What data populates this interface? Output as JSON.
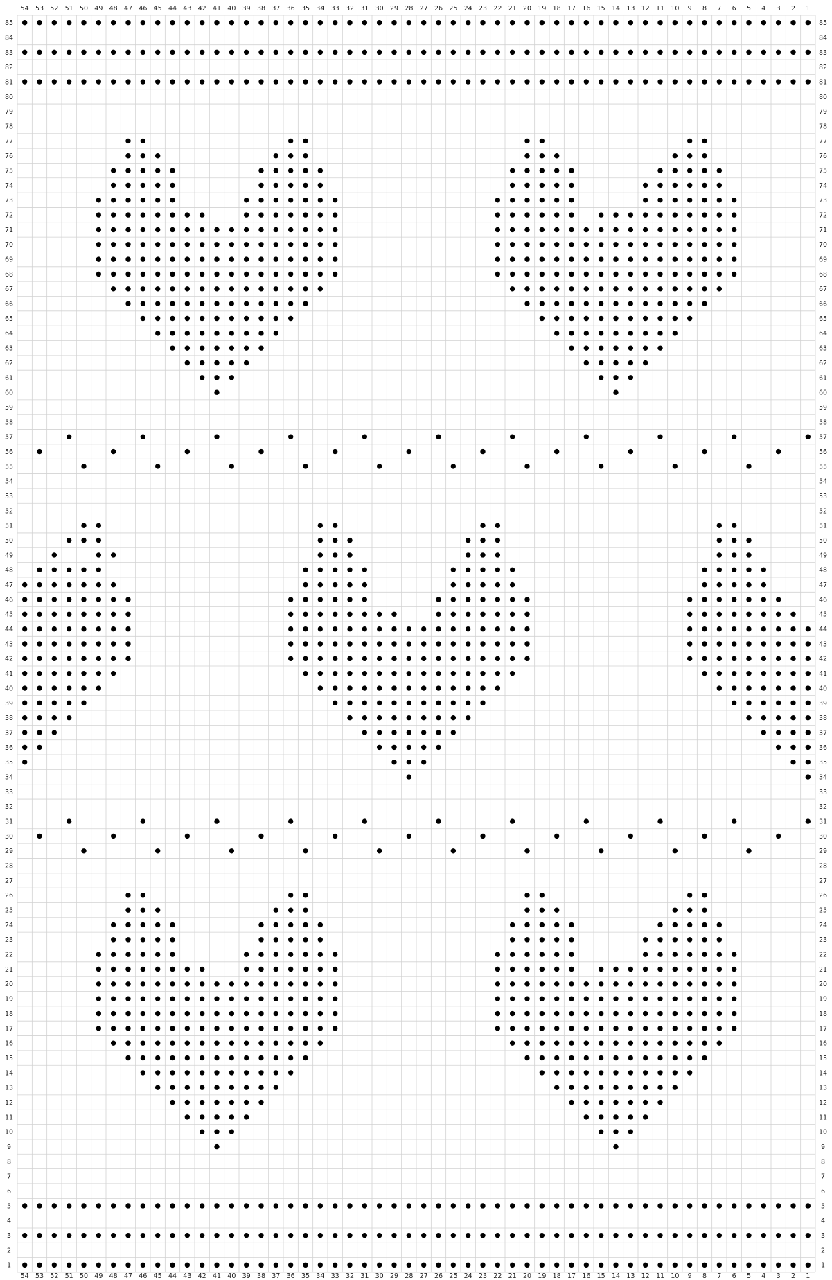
{
  "chart_data": {
    "type": "grid",
    "columns": 54,
    "rows": 85,
    "column_labels_order": "descending-left-to-right",
    "row_labels_order": "descending-top-to-bottom",
    "colors": {
      "grid_line": "#d2d2d2",
      "dot": "#000000",
      "background": "#ffffff",
      "label": "#222222"
    },
    "marked_rows": {
      "1": "all",
      "3": "all",
      "5": "all",
      "81": "all",
      "83": "all",
      "85": "all",
      "9": [
        14,
        41
      ],
      "10": [
        13,
        14,
        15,
        40,
        41,
        42
      ],
      "11": [
        12,
        13,
        14,
        15,
        16,
        39,
        40,
        41,
        42,
        43
      ],
      "12": [
        [
          11,
          17
        ],
        [
          38,
          44
        ]
      ],
      "13": [
        [
          10,
          18
        ],
        [
          37,
          45
        ]
      ],
      "14": [
        [
          9,
          19
        ],
        [
          36,
          46
        ]
      ],
      "15": [
        [
          8,
          20
        ],
        [
          35,
          47
        ]
      ],
      "16": [
        [
          7,
          21
        ],
        [
          34,
          48
        ]
      ],
      "17": [
        [
          6,
          22
        ],
        [
          33,
          49
        ]
      ],
      "18": [
        [
          6,
          22
        ],
        [
          33,
          49
        ]
      ],
      "19": [
        [
          6,
          22
        ],
        [
          33,
          49
        ]
      ],
      "20": [
        [
          6,
          22
        ],
        [
          33,
          49
        ]
      ],
      "21": [
        [
          6,
          15
        ],
        [
          17,
          22
        ],
        [
          33,
          39
        ],
        [
          42,
          49
        ]
      ],
      "22": [
        [
          6,
          12
        ],
        [
          17,
          22
        ],
        [
          33,
          39
        ],
        [
          44,
          49
        ]
      ],
      "23": [
        [
          7,
          12
        ],
        [
          17,
          21
        ],
        [
          34,
          38
        ],
        [
          44,
          48
        ]
      ],
      "24": [
        [
          7,
          11
        ],
        [
          17,
          21
        ],
        [
          34,
          38
        ],
        [
          44,
          48
        ]
      ],
      "25": [
        8,
        9,
        10,
        18,
        19,
        20,
        35,
        36,
        37,
        45,
        46,
        47
      ],
      "26": [
        8,
        9,
        19,
        20,
        35,
        36,
        46,
        47
      ],
      "29": [
        5,
        10,
        15,
        20,
        25,
        30,
        35,
        40,
        45,
        50
      ],
      "30": [
        3,
        8,
        13,
        18,
        23,
        28,
        33,
        38,
        43,
        48,
        53
      ],
      "31": [
        1,
        6,
        11,
        16,
        21,
        26,
        31,
        36,
        41,
        46,
        51
      ],
      "34": [
        1,
        28
      ],
      "35": [
        1,
        2,
        27,
        28,
        29,
        54
      ],
      "36": [
        1,
        2,
        3,
        26,
        27,
        28,
        29,
        30,
        53,
        54
      ],
      "37": [
        [
          1,
          4
        ],
        [
          25,
          31
        ],
        [
          52,
          54
        ]
      ],
      "38": [
        [
          1,
          5
        ],
        [
          24,
          32
        ],
        [
          51,
          54
        ]
      ],
      "39": [
        [
          1,
          6
        ],
        [
          23,
          33
        ],
        [
          50,
          54
        ]
      ],
      "40": [
        [
          1,
          7
        ],
        [
          22,
          34
        ],
        [
          49,
          54
        ]
      ],
      "41": [
        [
          1,
          8
        ],
        [
          21,
          35
        ],
        [
          48,
          54
        ]
      ],
      "42": [
        [
          1,
          9
        ],
        [
          20,
          36
        ],
        [
          47,
          54
        ]
      ],
      "43": [
        [
          1,
          9
        ],
        [
          20,
          36
        ],
        [
          47,
          54
        ]
      ],
      "44": [
        [
          1,
          9
        ],
        [
          20,
          36
        ],
        [
          47,
          54
        ]
      ],
      "45": [
        [
          2,
          9
        ],
        [
          20,
          26
        ],
        [
          29,
          36
        ],
        [
          47,
          54
        ]
      ],
      "46": [
        [
          3,
          9
        ],
        [
          20,
          26
        ],
        [
          31,
          36
        ],
        [
          47,
          54
        ]
      ],
      "47": [
        [
          4,
          8
        ],
        [
          21,
          25
        ],
        [
          31,
          35
        ],
        [
          48,
          54
        ]
      ],
      "48": [
        [
          4,
          8
        ],
        [
          21,
          25
        ],
        [
          31,
          35
        ],
        [
          49,
          53
        ]
      ],
      "49": [
        5,
        6,
        7,
        22,
        23,
        24,
        32,
        33,
        34,
        48,
        49,
        52
      ],
      "50": [
        5,
        6,
        7,
        22,
        23,
        24,
        32,
        33,
        34,
        49,
        50,
        51
      ],
      "51": [
        6,
        7,
        22,
        23,
        33,
        34,
        49,
        50
      ],
      "55": [
        5,
        10,
        15,
        20,
        25,
        30,
        35,
        40,
        45,
        50
      ],
      "56": [
        3,
        8,
        13,
        18,
        23,
        28,
        33,
        38,
        43,
        48,
        53
      ],
      "57": [
        1,
        6,
        11,
        16,
        21,
        26,
        31,
        36,
        41,
        46,
        51
      ],
      "60": [
        14,
        41
      ],
      "61": [
        13,
        14,
        15,
        40,
        41,
        42
      ],
      "62": [
        12,
        13,
        14,
        15,
        16,
        39,
        40,
        41,
        42,
        43
      ],
      "63": [
        [
          11,
          17
        ],
        [
          38,
          44
        ]
      ],
      "64": [
        [
          10,
          18
        ],
        [
          37,
          45
        ]
      ],
      "65": [
        [
          9,
          19
        ],
        [
          36,
          46
        ]
      ],
      "66": [
        [
          8,
          20
        ],
        [
          35,
          47
        ]
      ],
      "67": [
        [
          7,
          21
        ],
        [
          34,
          48
        ]
      ],
      "68": [
        [
          6,
          22
        ],
        [
          33,
          49
        ]
      ],
      "69": [
        [
          6,
          22
        ],
        [
          33,
          49
        ]
      ],
      "70": [
        [
          6,
          22
        ],
        [
          33,
          49
        ]
      ],
      "71": [
        [
          6,
          22
        ],
        [
          33,
          49
        ]
      ],
      "72": [
        [
          6,
          15
        ],
        [
          17,
          22
        ],
        [
          33,
          39
        ],
        [
          42,
          49
        ]
      ],
      "73": [
        [
          6,
          12
        ],
        [
          17,
          22
        ],
        [
          33,
          39
        ],
        [
          44,
          49
        ]
      ],
      "74": [
        [
          7,
          12
        ],
        [
          17,
          21
        ],
        [
          34,
          38
        ],
        [
          44,
          48
        ]
      ],
      "75": [
        [
          7,
          11
        ],
        [
          17,
          21
        ],
        [
          34,
          38
        ],
        [
          44,
          48
        ]
      ],
      "76": [
        8,
        9,
        10,
        18,
        19,
        20,
        35,
        36,
        37,
        45,
        46,
        47
      ],
      "77": [
        8,
        9,
        19,
        20,
        35,
        36,
        46,
        47
      ]
    }
  }
}
